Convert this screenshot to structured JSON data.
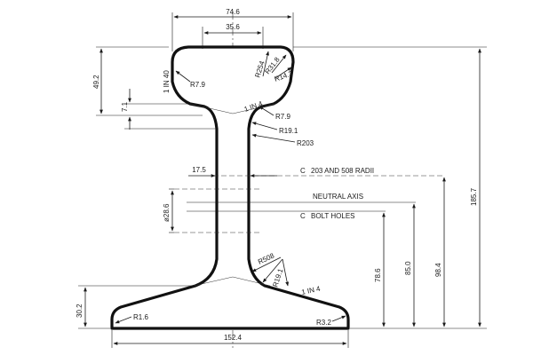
{
  "drawing": {
    "dimensions": {
      "head_width": "74.6",
      "head_top_width": "35.6",
      "head_depth": "49.2",
      "head_lip": "7.1",
      "web_thickness": "17.5",
      "bolt_hole_dia": "ø28.6",
      "base_thickness": "30.2",
      "base_width": "152.4",
      "bolt_hole_height": "78.6",
      "neutral_axis_height": "85.0",
      "radii_center_height": "98.4",
      "total_height": "185.7"
    },
    "radii": {
      "r_head_side": "R7.9",
      "r254": "R254",
      "r31_8": "R31.8",
      "r14_3": "R14.3",
      "r_fillet_small": "R7.9",
      "r19_1_upper": "R19.1",
      "r203": "R203",
      "r508": "R508",
      "r19_1_lower": "R19.1",
      "r1_6": "R1.6",
      "r3_2": "R3.2"
    },
    "slopes": {
      "head_slope": "1 IN 40",
      "head_underside": "1 IN 4",
      "base_top": "1 IN 4"
    },
    "callouts": {
      "radii_center": "203 AND 508 RADII",
      "neutral_axis": "NEUTRAL AXIS",
      "bolt_holes": "BOLT HOLES",
      "centerline_symbol": "C"
    }
  }
}
